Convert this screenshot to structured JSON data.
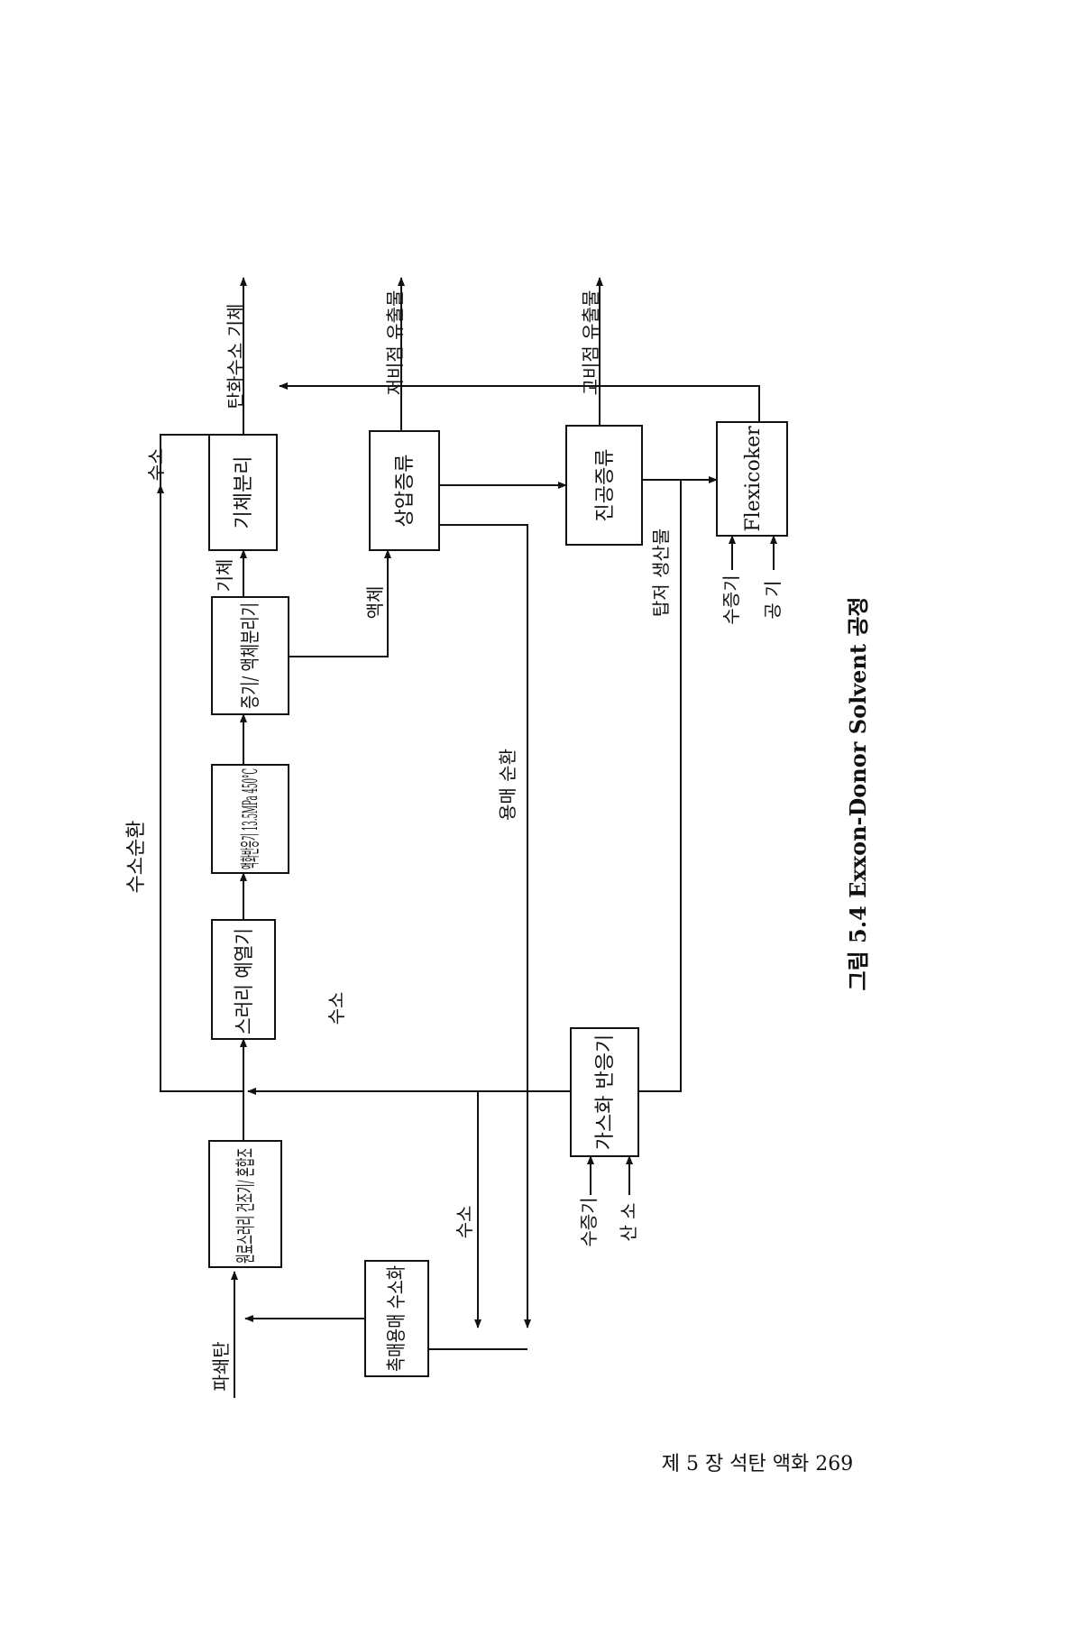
{
  "diagram": {
    "boxes": {
      "pulverized_coal_prep": "원료스러리 건조기/ 혼합조",
      "slurry_preheater": "스러리 예열기",
      "liquefaction_reactor": "액화반응기 13.5MPa 450°C",
      "vapor_liquid_separator": "증기/ 액체분리기",
      "gas_separation": "기체분리",
      "atmospheric_distillation": "상압증류",
      "vacuum_distillation": "진공증류",
      "flexicoker": "Flexicoker",
      "gasification_reactor": "가스화 반응기",
      "catalytic_solvent_hydrogenation": "촉매용매 수소화"
    },
    "labels": {
      "crushed_coal": "파쇄탄",
      "hydrogen_recycle": "수소순환",
      "hydrogen_top": "수소",
      "hydrogen_mid": "수소",
      "hydrogen_lower": "수소",
      "solvent_recycle": "용매 순환",
      "gas_label": "기체",
      "liquid_label": "액체",
      "hydrocarbon_gas": "탄화수소 기체",
      "low_boiling_product": "저비점 유출물",
      "high_boiling_product": "고비점 유출물",
      "bottoms_product": "탑저 생산물",
      "steam_flexi": "수증기",
      "air_flexi": "공 기",
      "steam_gasifier": "수증기",
      "oxygen_gasifier": "산 소"
    },
    "caption": "그림 5.4  Exxon-Donor Solvent 공정",
    "footer": "제 5 장  석탄 액화   269"
  }
}
